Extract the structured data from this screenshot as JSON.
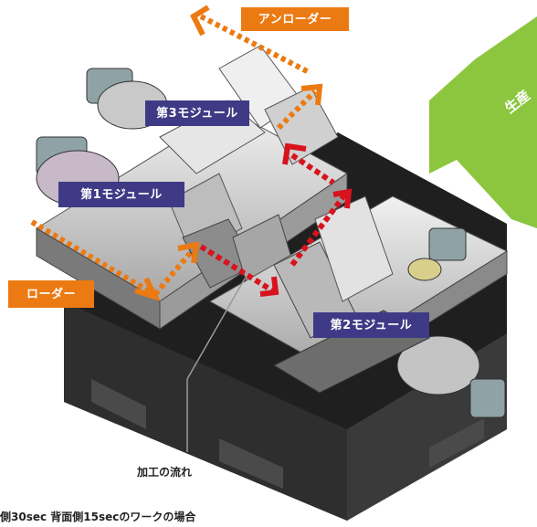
{
  "labels": {
    "unloader": "アンローダー",
    "loader": "ローダー",
    "module3": "第3モジュール",
    "module1": "第1モジュール",
    "module2": "第2モジュール",
    "flow": "加工の流れ",
    "banner": "生産"
  },
  "caption": "側30sec 背面側15secのワークの場合",
  "colors": {
    "orange": "#ec7a12",
    "purple": "#3f3a85",
    "red": "#d8131d",
    "green": "#8cc63f",
    "machine_dark": "#2b2b2b",
    "machine_mid": "#8c8c8c"
  }
}
